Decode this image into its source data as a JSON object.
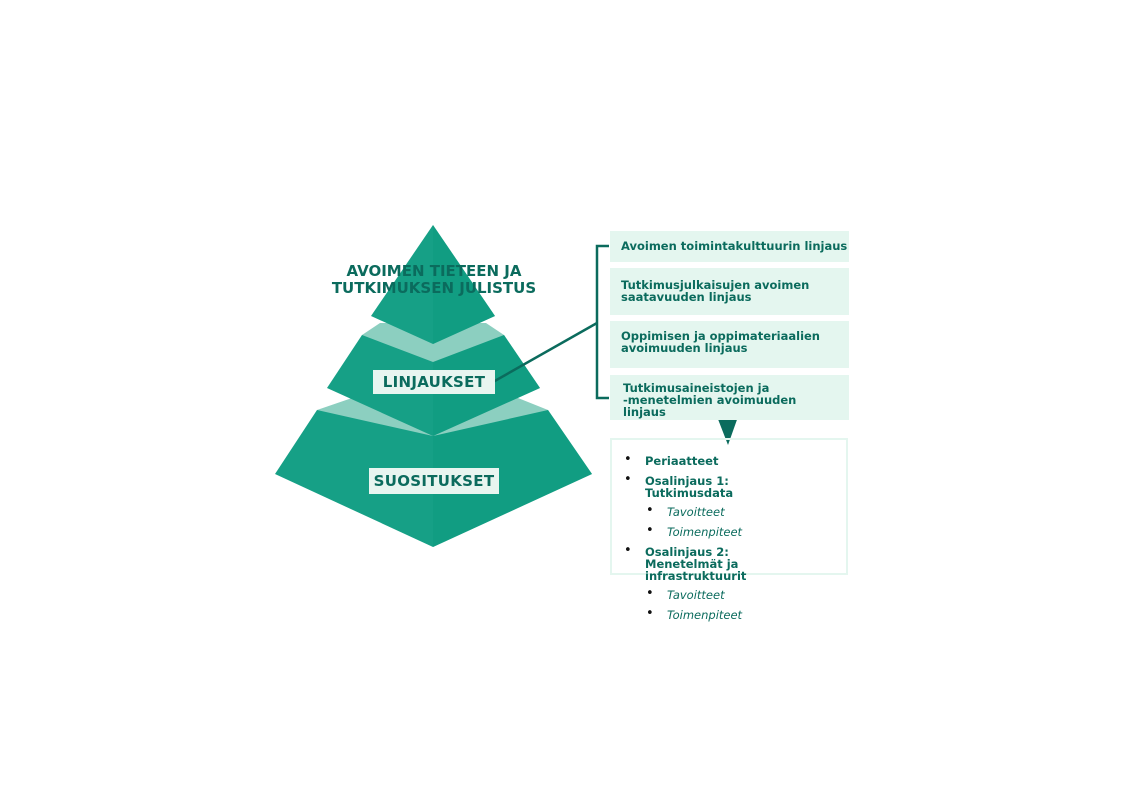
{
  "pyramid": {
    "top_title_lines": [
      "AVOIMEN TIETEEN JA",
      "TUTKIMUKSEN JULISTUS"
    ],
    "middle_label": "LINJAUKSET",
    "bottom_label": "SUOSITUKSET",
    "colors": {
      "primary": "#16a086",
      "light": "#7cc4b4",
      "dark_text": "#0b6b5d"
    }
  },
  "policies": [
    {
      "lines": [
        "Avoimen toimintakulttuurin linjaus"
      ]
    },
    {
      "lines": [
        "Tutkimusjulkaisujen avoimen",
        "saatavuuden linjaus"
      ]
    },
    {
      "lines": [
        "Oppimisen ja oppimateriaalien",
        "avoimuuden linjaus"
      ]
    },
    {
      "lines": [
        "Tutkimusaineistojen ja",
        "-menetelmien avoimuuden",
        "linjaus"
      ]
    }
  ],
  "outline": {
    "items": [
      {
        "lines": [
          "Periaatteet"
        ],
        "sub": []
      },
      {
        "lines": [
          "Osalinjaus 1:",
          "Tutkimusdata"
        ],
        "sub": [
          "Tavoitteet",
          "Toimenpiteet"
        ]
      },
      {
        "lines": [
          "Osalinjaus 2:",
          "Menetelmät ja",
          "infrastruktuurit"
        ],
        "sub": [
          "Tavoitteet",
          "Toimenpiteet"
        ]
      }
    ],
    "bullet": "•"
  }
}
